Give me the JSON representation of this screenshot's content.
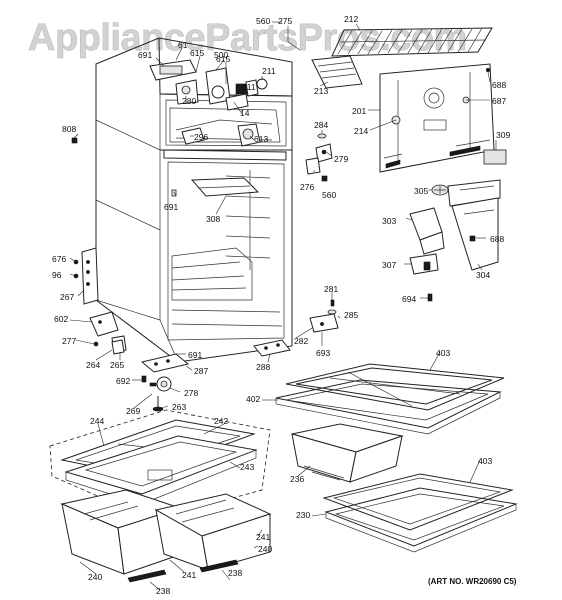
{
  "watermark": "AppliancePartsPros.com",
  "art_number": "(ART NO. WR20690 C5)",
  "labels": {
    "560a": "560",
    "275": "275",
    "212": "212",
    "691a": "691",
    "61": "61",
    "615a": "615",
    "500": "500",
    "615b": "615",
    "611": "611",
    "211": "211",
    "213": "213",
    "688a": "688",
    "687": "687",
    "201": "201",
    "280": "280",
    "14": "14",
    "214": "214",
    "808": "808",
    "296": "296",
    "613": "613",
    "284": "284",
    "309": "309",
    "279": "279",
    "276": "276",
    "560b": "560",
    "305": "305",
    "691b": "691",
    "308": "308",
    "303": "303",
    "688b": "688",
    "676": "676",
    "96": "96",
    "307": "307",
    "304": "304",
    "267": "267",
    "281": "281",
    "694": "694",
    "602": "602",
    "285": "285",
    "277": "277",
    "282": "282",
    "693": "693",
    "691c": "691",
    "264": "264",
    "265": "265",
    "287": "287",
    "288": "288",
    "403a": "403",
    "692": "692",
    "278": "278",
    "402": "402",
    "269": "269",
    "263": "263",
    "244": "244",
    "242": "242",
    "243": "243",
    "236": "236",
    "403b": "403",
    "230": "230",
    "241a": "241",
    "240a": "240",
    "240b": "240",
    "241b": "241",
    "238a": "238",
    "238b": "238"
  }
}
